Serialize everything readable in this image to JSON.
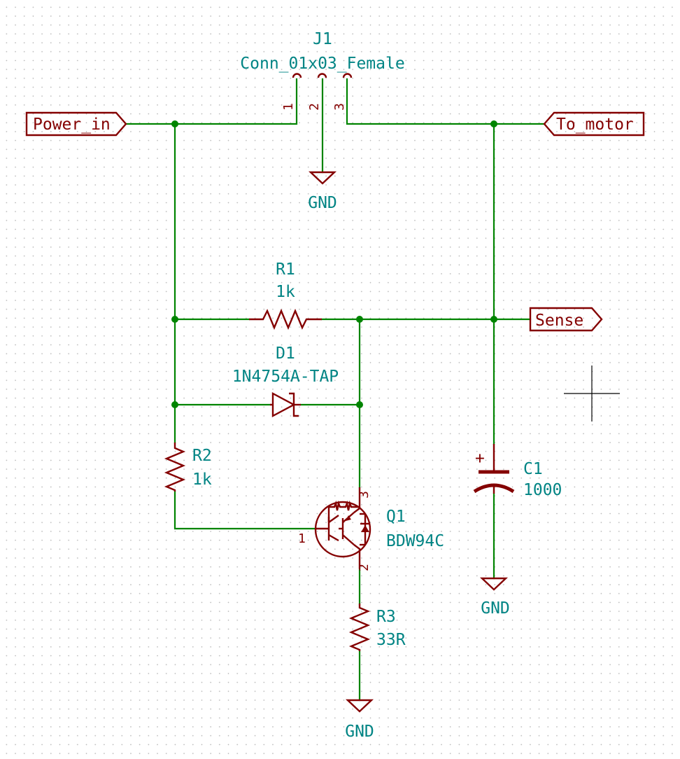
{
  "components": {
    "J1": {
      "ref": "J1",
      "value": "Conn_01x03_Female",
      "pins": [
        "1",
        "2",
        "3"
      ]
    },
    "R1": {
      "ref": "R1",
      "value": "1k"
    },
    "D1": {
      "ref": "D1",
      "value": "1N4754A-TAP"
    },
    "R2": {
      "ref": "R2",
      "value": "1k"
    },
    "Q1": {
      "ref": "Q1",
      "value": "BDW94C",
      "pins": [
        "1",
        "2",
        "3"
      ]
    },
    "R3": {
      "ref": "R3",
      "value": "33R"
    },
    "C1": {
      "ref": "C1",
      "value": "1000",
      "polarity": "+"
    }
  },
  "labels": {
    "power_in": "Power_in",
    "to_motor": "To_motor",
    "sense": "Sense"
  },
  "power": {
    "gnd_j1": "GND",
    "gnd_c1": "GND",
    "gnd_r3": "GND"
  },
  "colors": {
    "wire": "#008400",
    "symbol": "#840000",
    "text": "#008484",
    "background": "#ffffff"
  }
}
